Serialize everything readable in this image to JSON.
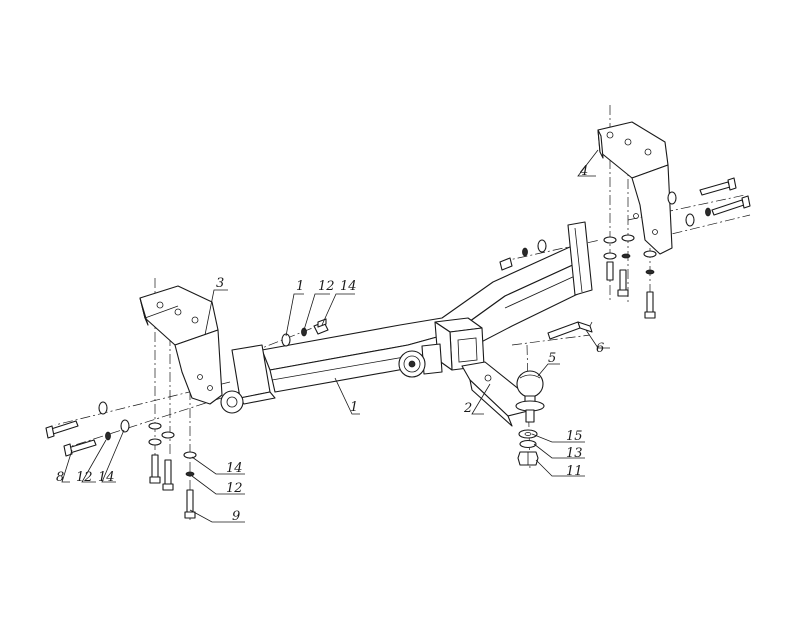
{
  "callouts": {
    "c1a": "1",
    "c12a": "12",
    "c14a": "14",
    "c3": "3",
    "c4": "4",
    "c6": "6",
    "c5": "5",
    "c2": "2",
    "c1b": "1",
    "c15": "15",
    "c13": "13",
    "c11": "11",
    "c8": "8",
    "c12b": "12",
    "c14b": "14",
    "c14c": "14",
    "c12c": "12",
    "c9": "9"
  }
}
